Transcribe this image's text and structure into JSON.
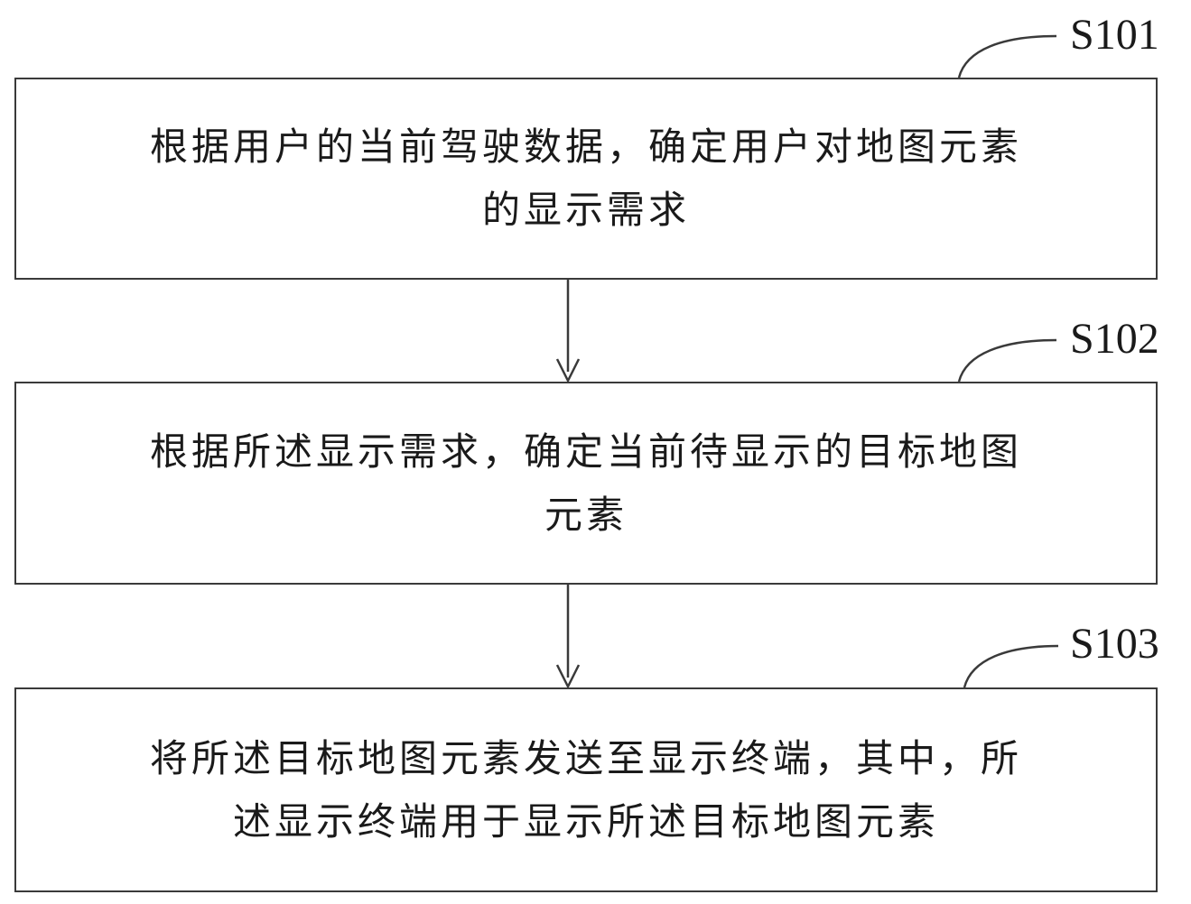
{
  "steps": [
    {
      "id": "S101",
      "lines": [
        "根据用户的当前驾驶数据，确定用户对地图元素",
        "的显示需求"
      ]
    },
    {
      "id": "S102",
      "lines": [
        "根据所述显示需求，确定当前待显示的目标地图",
        "元素"
      ]
    },
    {
      "id": "S103",
      "lines": [
        "将所述目标地图元素发送至显示终端，其中，所",
        "述显示终端用于显示所述目标地图元素"
      ]
    }
  ]
}
